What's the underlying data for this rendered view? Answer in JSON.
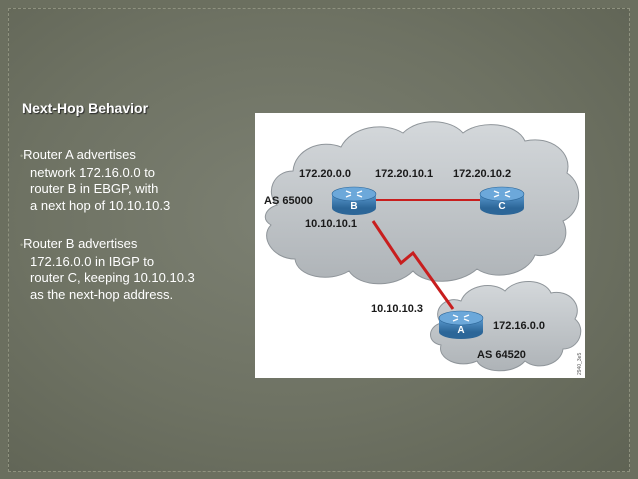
{
  "slide": {
    "title": "Next-Hop Behavior",
    "bullets": [
      {
        "lines": [
          "Router A advertises",
          "network 172.16.0.0 to",
          "router B in EBGP, with",
          "a next hop of 10.10.10.3"
        ]
      },
      {
        "lines": [
          "Router B advertises",
          "172.16.0.0 in IBGP to",
          "router C, keeping 10.10.10.3",
          "as the next-hop address."
        ]
      }
    ]
  },
  "diagram": {
    "labels": {
      "net_b": "172.20.0.0",
      "ip_b_to_c": "172.20.10.1",
      "ip_c": "172.20.10.2",
      "as_top": "AS 65000",
      "ip_b_to_a": "10.10.10.1",
      "ip_a": "10.10.10.3",
      "net_a": "172.16.0.0",
      "as_bottom": "AS 64520",
      "credit": "2940_3e5"
    },
    "routers": {
      "b": "B",
      "c": "C",
      "a": "A"
    },
    "colors": {
      "cloud": "#bfc4c8",
      "router": "#3f7fb5",
      "link": "#c81e1e"
    }
  }
}
